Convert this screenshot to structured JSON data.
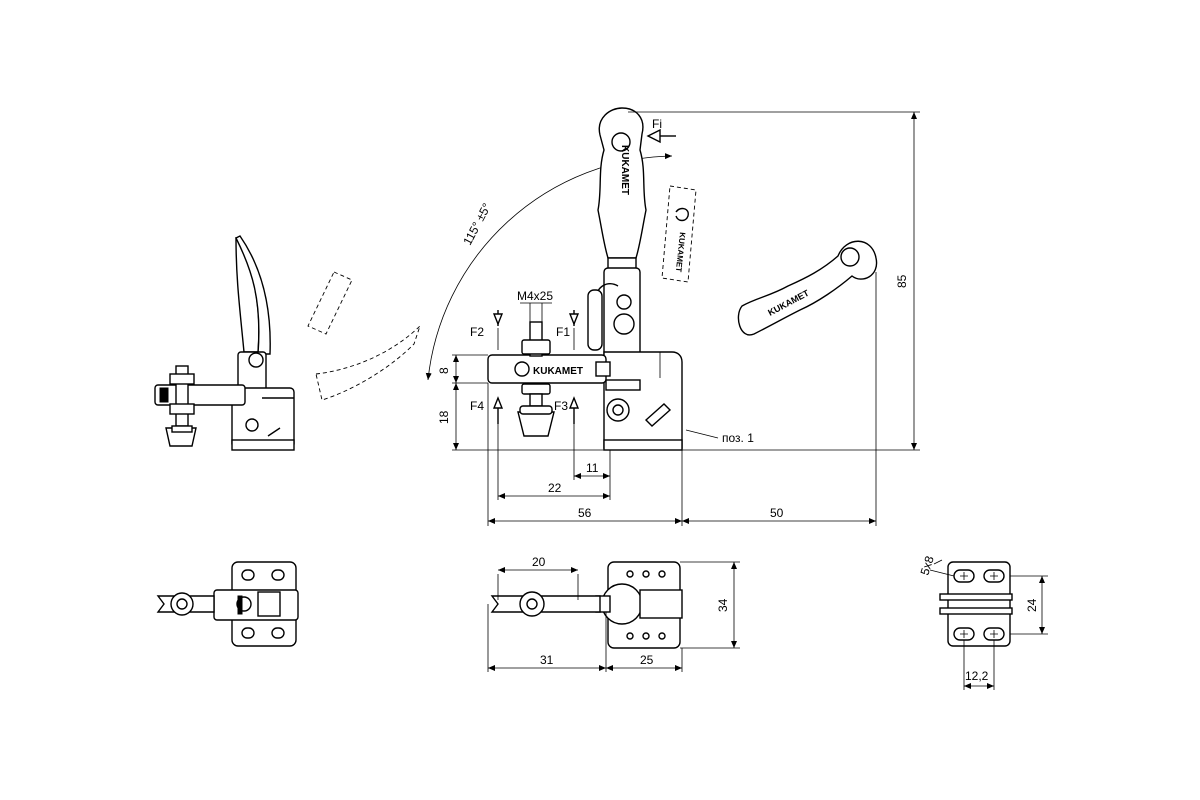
{
  "labels": {
    "thread": "M4x25",
    "angle": "115° ±5°",
    "f1": "F1",
    "f2": "F2",
    "f3": "F3",
    "f4": "F4",
    "fi": "Fi",
    "position": "поз. 1",
    "brand_handle": "KUKAMET",
    "brand_bar": "KUKAMET",
    "brand_tag": "KUKAMET",
    "brand_open": "KUKAMET"
  },
  "dimensions": {
    "d85": "85",
    "d8": "8",
    "d18": "18",
    "d11": "11",
    "d22": "22",
    "d56": "56",
    "d50": "50",
    "d20": "20",
    "d34": "34",
    "d31": "31",
    "d25": "25",
    "d5x8": "5x8",
    "d24": "24",
    "d12_2": "12,2"
  }
}
